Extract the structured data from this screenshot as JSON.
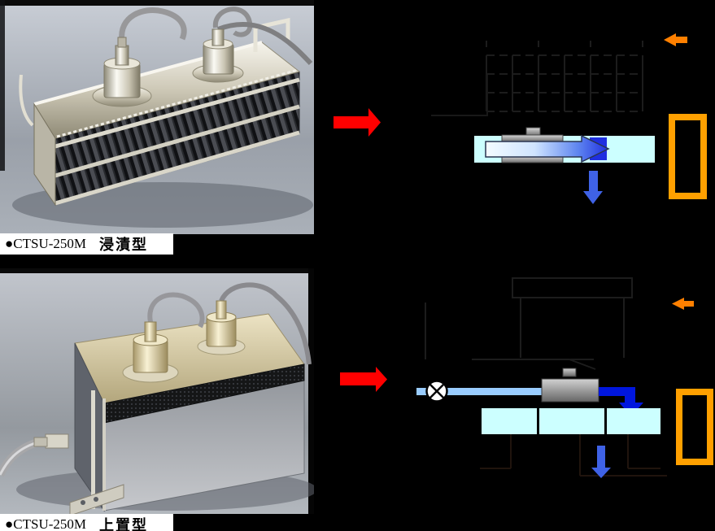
{
  "page": {
    "background": "#000000"
  },
  "captions": {
    "immersion": {
      "model": "●CTSU-250M",
      "type": "浸漬型"
    },
    "top_mounted": {
      "model": "●CTSU-250M",
      "type": "上置型"
    }
  },
  "colors": {
    "red_arrow": "#ff0000",
    "orange_arrow": "#ff8000",
    "orange_frame": "#ffa000",
    "tank_water": "#ccffff",
    "pipe_water": "#99ccff",
    "flow_blue_deep": "#1f2fe0",
    "elbow_blue": "#0016dd",
    "down_arrow_blue": "#3f62e6",
    "faint_line": "#1c1c1c",
    "pit_line": "#20140d",
    "valve_fill": "#ffffff",
    "valve_stroke": "#000000"
  }
}
